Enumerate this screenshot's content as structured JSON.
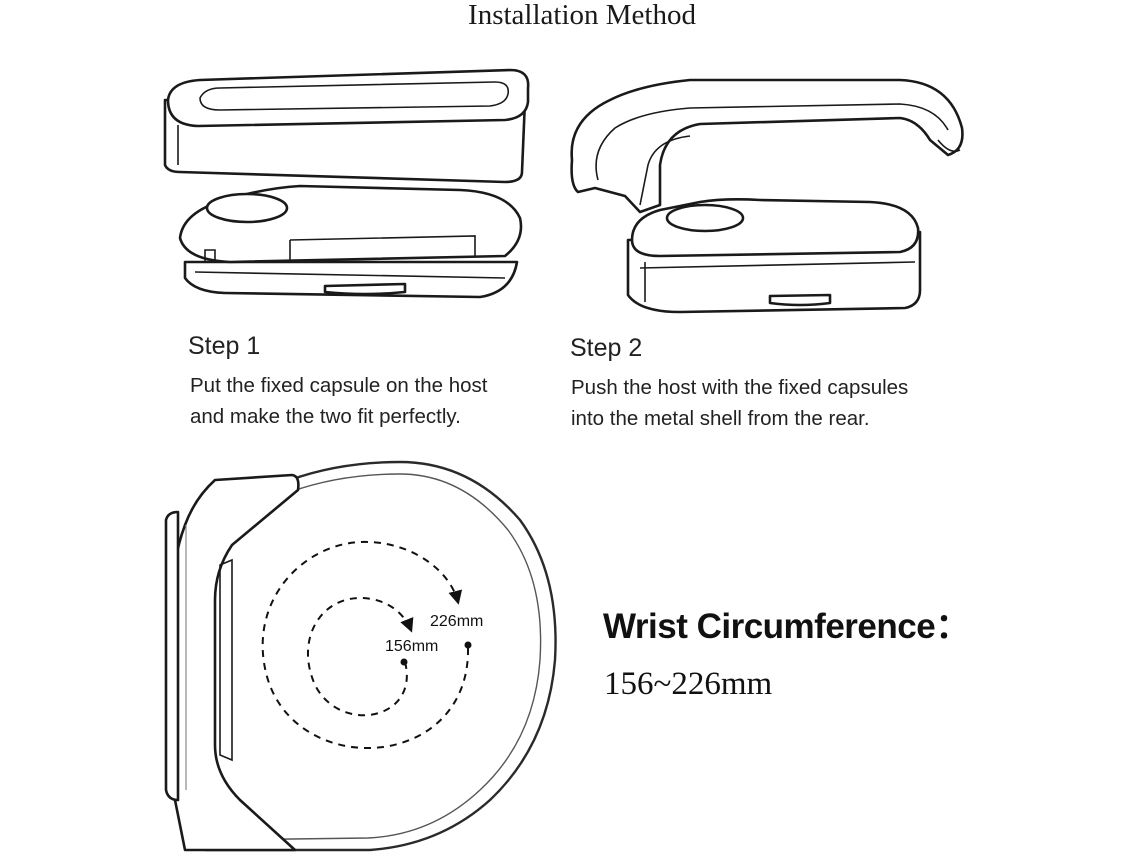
{
  "title": "Installation Method",
  "step1": {
    "heading": "Step 1",
    "line1": "Put the fixed capsule on the host",
    "line2": "and make the two fit perfectly."
  },
  "step2": {
    "heading": "Step 2",
    "line1": "Push the host with the fixed capsules",
    "line2": "into the metal shell from the rear."
  },
  "wrist": {
    "title": "Wrist Circumference：",
    "range": "156~226mm",
    "outer_label": "226mm",
    "inner_label": "156mm"
  }
}
